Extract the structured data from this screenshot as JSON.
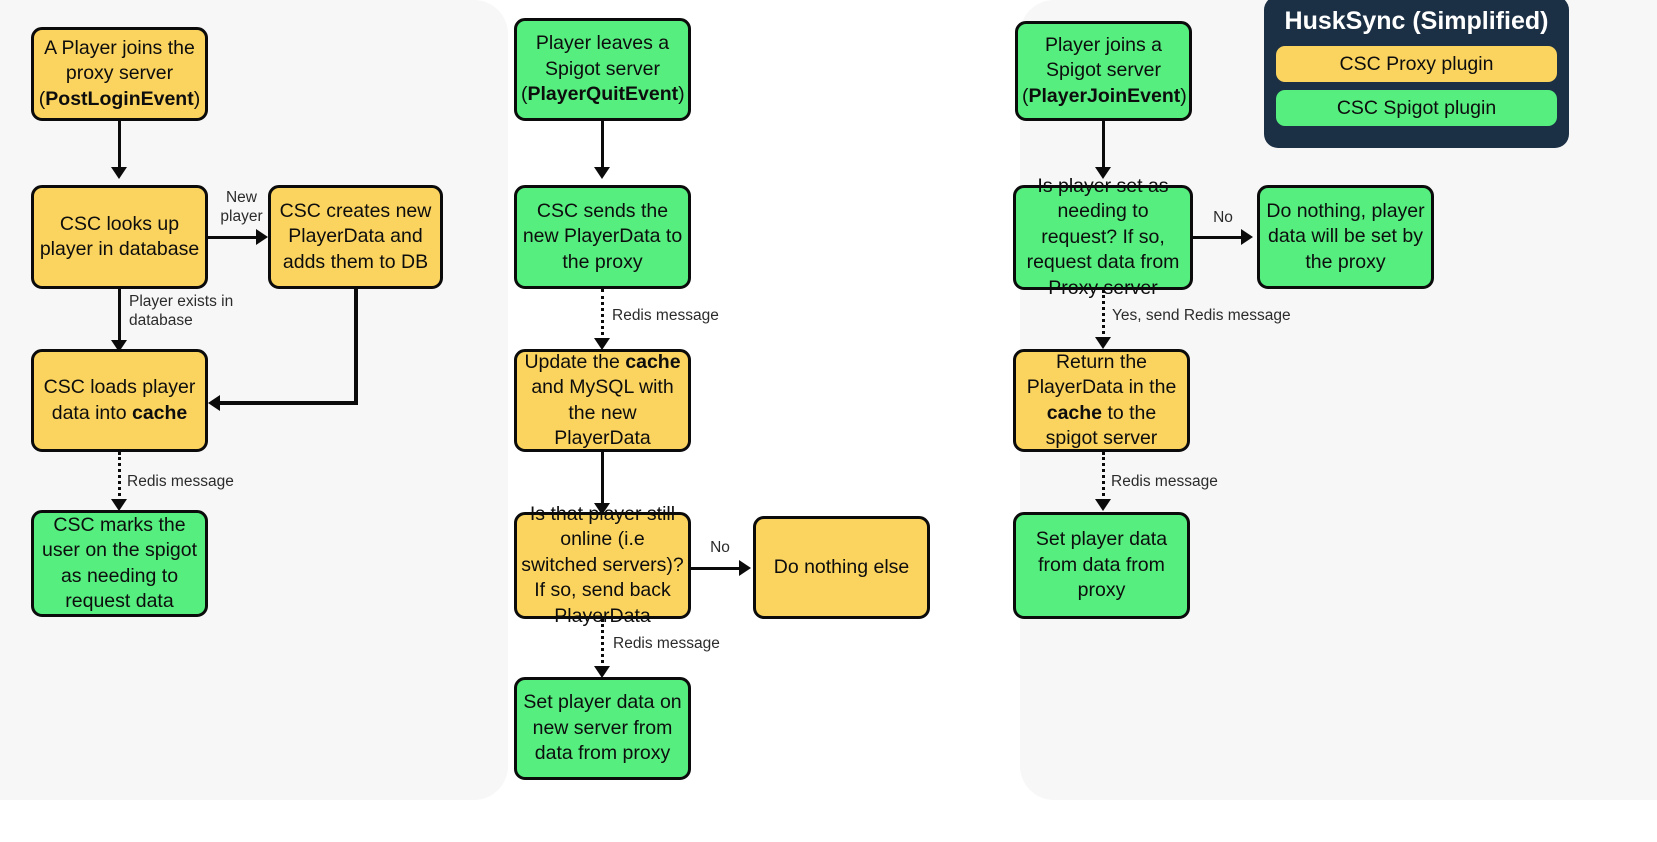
{
  "diagram": {
    "title": "HuskSync (Simplified)",
    "colors": {
      "proxy": "#fbd45f",
      "spigot": "#55ee7f",
      "legend_bg": "#1b2f45",
      "panel_bg": "#f7f7f7",
      "stroke": "#0b0b0b"
    }
  },
  "legend": {
    "title": "HuskSync (Simplified)",
    "items": [
      {
        "label": "CSC Proxy plugin",
        "type": "proxy"
      },
      {
        "label": "CSC Spigot plugin",
        "type": "spigot"
      }
    ]
  },
  "flows": {
    "login": {
      "nodes": {
        "join_proxy": "A Player joins the proxy server (PostLoginEvent)",
        "join_proxy_l1": "A Player joins the",
        "join_proxy_l2": "proxy server",
        "join_proxy_l3_bold": "PostLoginEvent",
        "lookup": "CSC looks up player in database",
        "create": "CSC creates new PlayerData and adds them to DB",
        "load_cache_a": "CSC loads player",
        "load_cache_b": "data into ",
        "load_cache_bold": "cache",
        "mark_user": "CSC marks the user on the spigot as needing to request data"
      },
      "edges": {
        "new_player": "New\nplayer",
        "player_exists": "Player exists in\ndatabase",
        "redis_message": "Redis message"
      }
    },
    "quit": {
      "nodes": {
        "leave_l1": "Player leaves a",
        "leave_l2": "Spigot server",
        "leave_l3_bold": "PlayerQuitEvent",
        "send_data": "CSC sends the new PlayerData to the proxy",
        "update_pre": "Update the ",
        "update_bold": "cache",
        "update_post": "and MySQL with the new PlayerData",
        "still_online": "Is that player still online (i.e switched servers)? If so, send back PlayerData",
        "do_nothing_else": "Do nothing else",
        "set_new_server": "Set player data on new server from data from proxy"
      },
      "edges": {
        "redis_message_1": "Redis message",
        "no": "No",
        "redis_message_2": "Redis message"
      }
    },
    "join": {
      "nodes": {
        "join_spigot_l1": "Player joins a",
        "join_spigot_l2": "Spigot server",
        "join_spigot_l3_bold": "PlayerJoinEvent",
        "needs_request": "Is player set as needing to request? If so, request data from Proxy server",
        "do_nothing_proxy": "Do nothing, player data will be set by the proxy",
        "return_pre": "Return the PlayerData in the",
        "return_bold": "cache",
        "return_post": " to the spigot server",
        "set_from_proxy": "Set player data from data from proxy"
      },
      "edges": {
        "no": "No",
        "yes_redis": "Yes, send Redis message",
        "redis_message": "Redis message"
      }
    }
  }
}
